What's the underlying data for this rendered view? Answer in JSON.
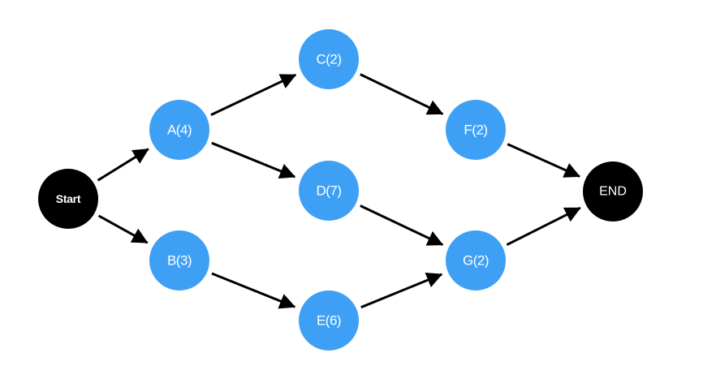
{
  "colors": {
    "activity": "#3ea0f5",
    "terminal": "#000000",
    "text": "#ffffff",
    "edge": "#000000"
  },
  "nodes": [
    {
      "id": "start",
      "label": "Start",
      "kind": "terminal"
    },
    {
      "id": "a",
      "label": "A(4)",
      "kind": "activity"
    },
    {
      "id": "b",
      "label": "B(3)",
      "kind": "activity"
    },
    {
      "id": "c",
      "label": "C(2)",
      "kind": "activity"
    },
    {
      "id": "d",
      "label": "D(7)",
      "kind": "activity"
    },
    {
      "id": "e",
      "label": "E(6)",
      "kind": "activity"
    },
    {
      "id": "f",
      "label": "F(2)",
      "kind": "activity"
    },
    {
      "id": "g",
      "label": "G(2)",
      "kind": "activity"
    },
    {
      "id": "end",
      "label": "END",
      "kind": "terminal"
    }
  ],
  "edges": [
    {
      "from": "start",
      "to": "a"
    },
    {
      "from": "start",
      "to": "b"
    },
    {
      "from": "a",
      "to": "c"
    },
    {
      "from": "a",
      "to": "d"
    },
    {
      "from": "b",
      "to": "e"
    },
    {
      "from": "c",
      "to": "f"
    },
    {
      "from": "d",
      "to": "g"
    },
    {
      "from": "e",
      "to": "g"
    },
    {
      "from": "f",
      "to": "end"
    },
    {
      "from": "g",
      "to": "end"
    }
  ]
}
